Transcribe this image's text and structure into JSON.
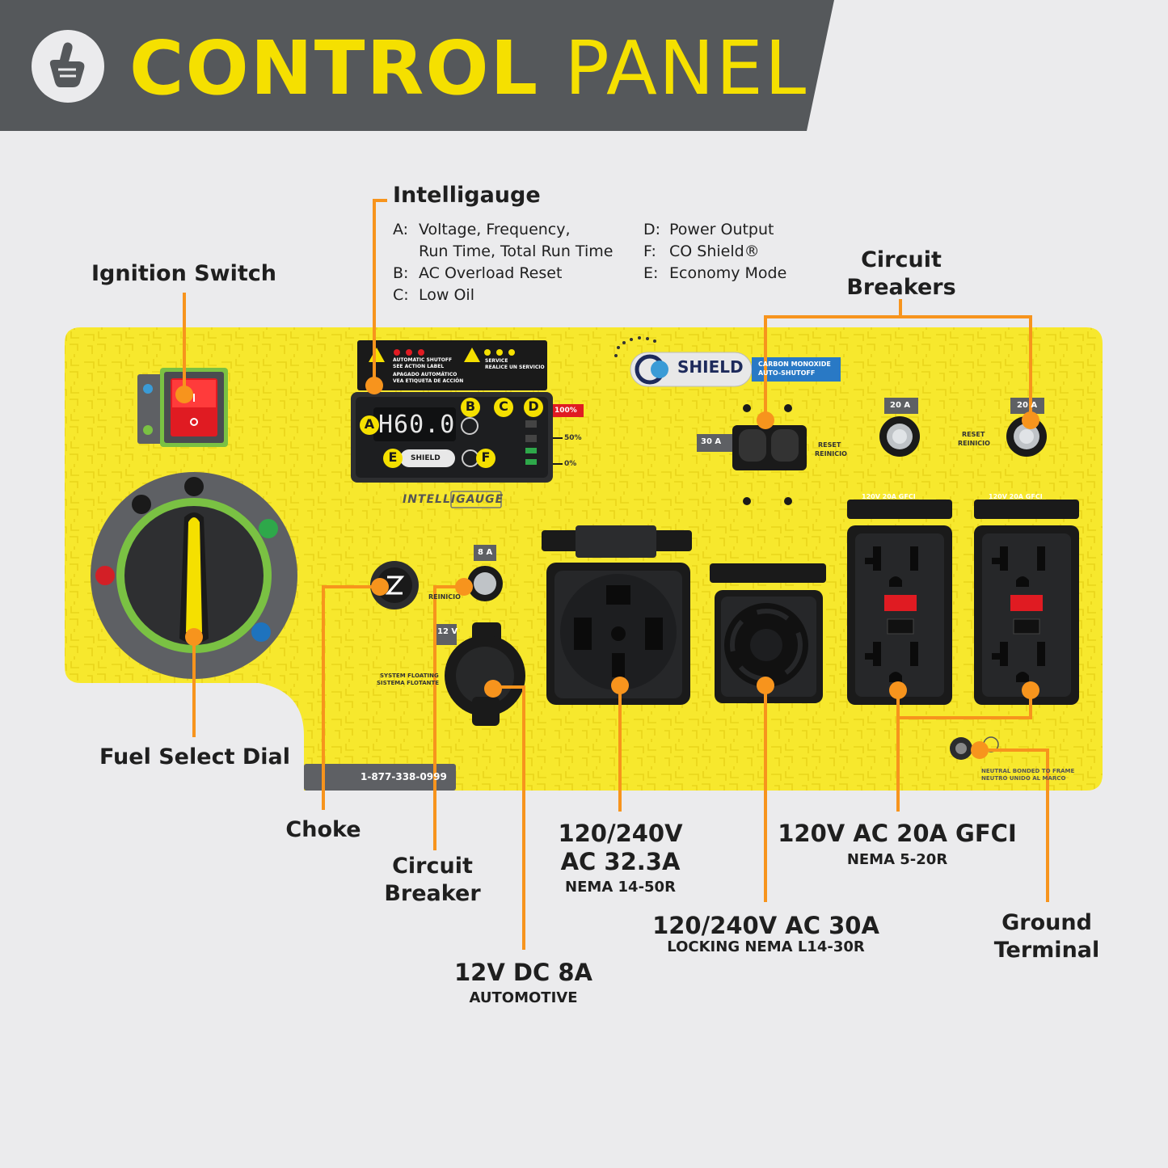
{
  "header": {
    "title_bold": "CONTROL",
    "title_light": "PANEL",
    "icon": "hand-pointer-icon"
  },
  "colors": {
    "banner": "#55585b",
    "accent_yellow": "#f5e000",
    "panel_yellow": "#f7e82d",
    "callout_orange": "#f7941d",
    "background": "#ebebed",
    "green_ring": "#7ac143"
  },
  "intelligauge": {
    "title": "Intelligauge",
    "left_items": [
      {
        "key": "A:",
        "text": "Voltage, Frequency,"
      },
      {
        "key": "",
        "text": "Run Time, Total Run Time"
      },
      {
        "key": "B:",
        "text": "AC Overload Reset"
      },
      {
        "key": "C:",
        "text": "Low Oil"
      }
    ],
    "right_items": [
      {
        "key": "D:",
        "text": "Power Output"
      },
      {
        "key": "F:",
        "text": "CO Shield®"
      },
      {
        "key": "E:",
        "text": "Economy Mode"
      }
    ],
    "display_value": "H60.0",
    "brand": "INTELLIGAUGE",
    "letters": [
      "A",
      "B",
      "C",
      "D",
      "E",
      "F"
    ],
    "power_scale": [
      "100%",
      "50%",
      "0%"
    ],
    "warning_left": "AUTOMATIC SHUTOFF",
    "warning_left_2": "SEE ACTION LABEL",
    "warning_left_3": "APAGADO AUTOMÁTICO",
    "warning_left_4": "VEA ETIQUETA DE ACCIÓN",
    "warning_right": "SERVICE",
    "warning_right_2": "REALICE UN SERVICIO"
  },
  "labels": {
    "ignition_switch": "Ignition Switch",
    "circuit_breakers_1": "Circuit",
    "circuit_breakers_2": "Breakers",
    "fuel_select_dial": "Fuel Select Dial",
    "choke": "Choke",
    "circuit_breaker_1": "Circuit",
    "circuit_breaker_2": "Breaker",
    "outlet_50_main_1": "120/240V",
    "outlet_50_main_2": "AC 32.3A",
    "outlet_50_sub": "NEMA 14-50R",
    "outlet_gfci_main": "120V AC 20A GFCI",
    "outlet_gfci_sub": "NEMA 5-20R",
    "outlet_30_main": "120/240V AC 30A",
    "outlet_30_sub": "LOCKING NEMA L14-30R",
    "ground_1": "Ground",
    "ground_2": "Terminal",
    "dc_main": "12V DC 8A",
    "dc_sub": "AUTOMOTIVE"
  },
  "panel_text": {
    "co_shield": "SHIELD",
    "co_shield_tag_1": "CARBON MONOXIDE",
    "co_shield_tag_2": "AUTO-SHUTOFF",
    "breaker_30": "30 A",
    "breaker_20_left": "20 A",
    "breaker_20_right": "20 A",
    "breaker_8": "8 A",
    "reset_1": "RESET",
    "reset_2": "REINICIO",
    "reinicio": "REINICIO",
    "dc_tag": "12 V",
    "floating_1": "SYSTEM FLOATING",
    "floating_2": "SISTEMA FLOTANTE",
    "phone": "1-877-338-0999",
    "neutral_1": "NEUTRAL BONDED TO FRAME",
    "neutral_2": "NEUTRO UNIDO AL MARCO",
    "gfci_tag": "120V 20A GFCI"
  }
}
